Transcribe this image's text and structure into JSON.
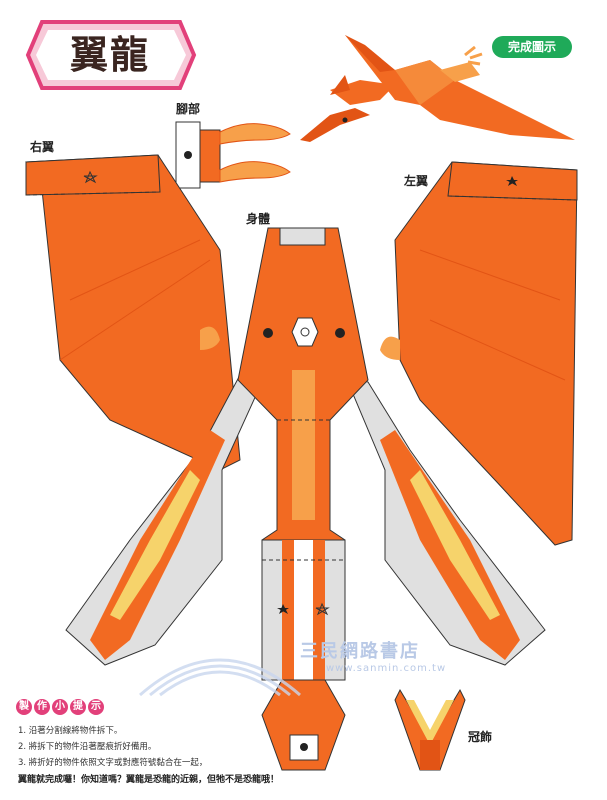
{
  "title": "翼龍",
  "badge": "完成圖示",
  "labels": {
    "feet": "腳部",
    "right_wing": "右翼",
    "left_wing": "左翼",
    "body": "身體",
    "crest": "冠飾"
  },
  "instructions": {
    "heading": [
      "製",
      "作",
      "小",
      "提",
      "示"
    ],
    "steps": [
      "1. 沿著分割線將物件拆下。",
      "2. 將拆下的物件沿著壓痕折好備用。",
      "3. 將折好的物件依照文字或對應符號黏合在一起，"
    ],
    "closing": "翼龍就完成囉！你知道嗎？翼龍是恐龍的近親，但牠不是恐龍哦！"
  },
  "watermark": {
    "text": "三民網路書店",
    "url": "www.sanmin.com.tw"
  },
  "colors": {
    "orange": "#f26a22",
    "dark_orange": "#e25415",
    "light_orange": "#f7a04a",
    "yellow": "#f6d36b",
    "pink": "#e2407a",
    "green": "#1faa59"
  }
}
